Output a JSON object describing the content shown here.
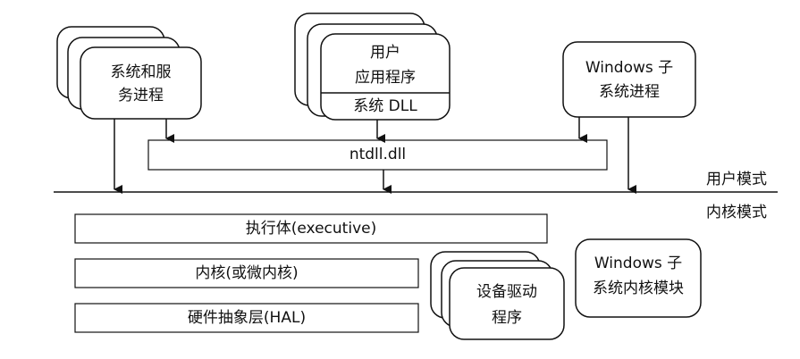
{
  "user_space": {
    "system_service_processes": {
      "line1": "系统和服",
      "line2": "务进程"
    },
    "user_applications": {
      "line1": "用户",
      "line2": "应用程序",
      "system_dll": "系统 DLL"
    },
    "windows_subsystem_process": {
      "line1": "Windows 子",
      "line2": "系统进程"
    },
    "ntdll": "ntdll.dll"
  },
  "mode_labels": {
    "user_mode": "用户模式",
    "kernel_mode": "内核模式"
  },
  "kernel_space": {
    "executive": "执行体(executive)",
    "kernel": "内核(或微内核)",
    "hal": "硬件抽象层(HAL)",
    "device_drivers": {
      "line1": "设备驱动",
      "line2": "程序"
    },
    "windows_subsystem_kernel": {
      "line1": "Windows 子",
      "line2": "系统内核模块"
    }
  }
}
